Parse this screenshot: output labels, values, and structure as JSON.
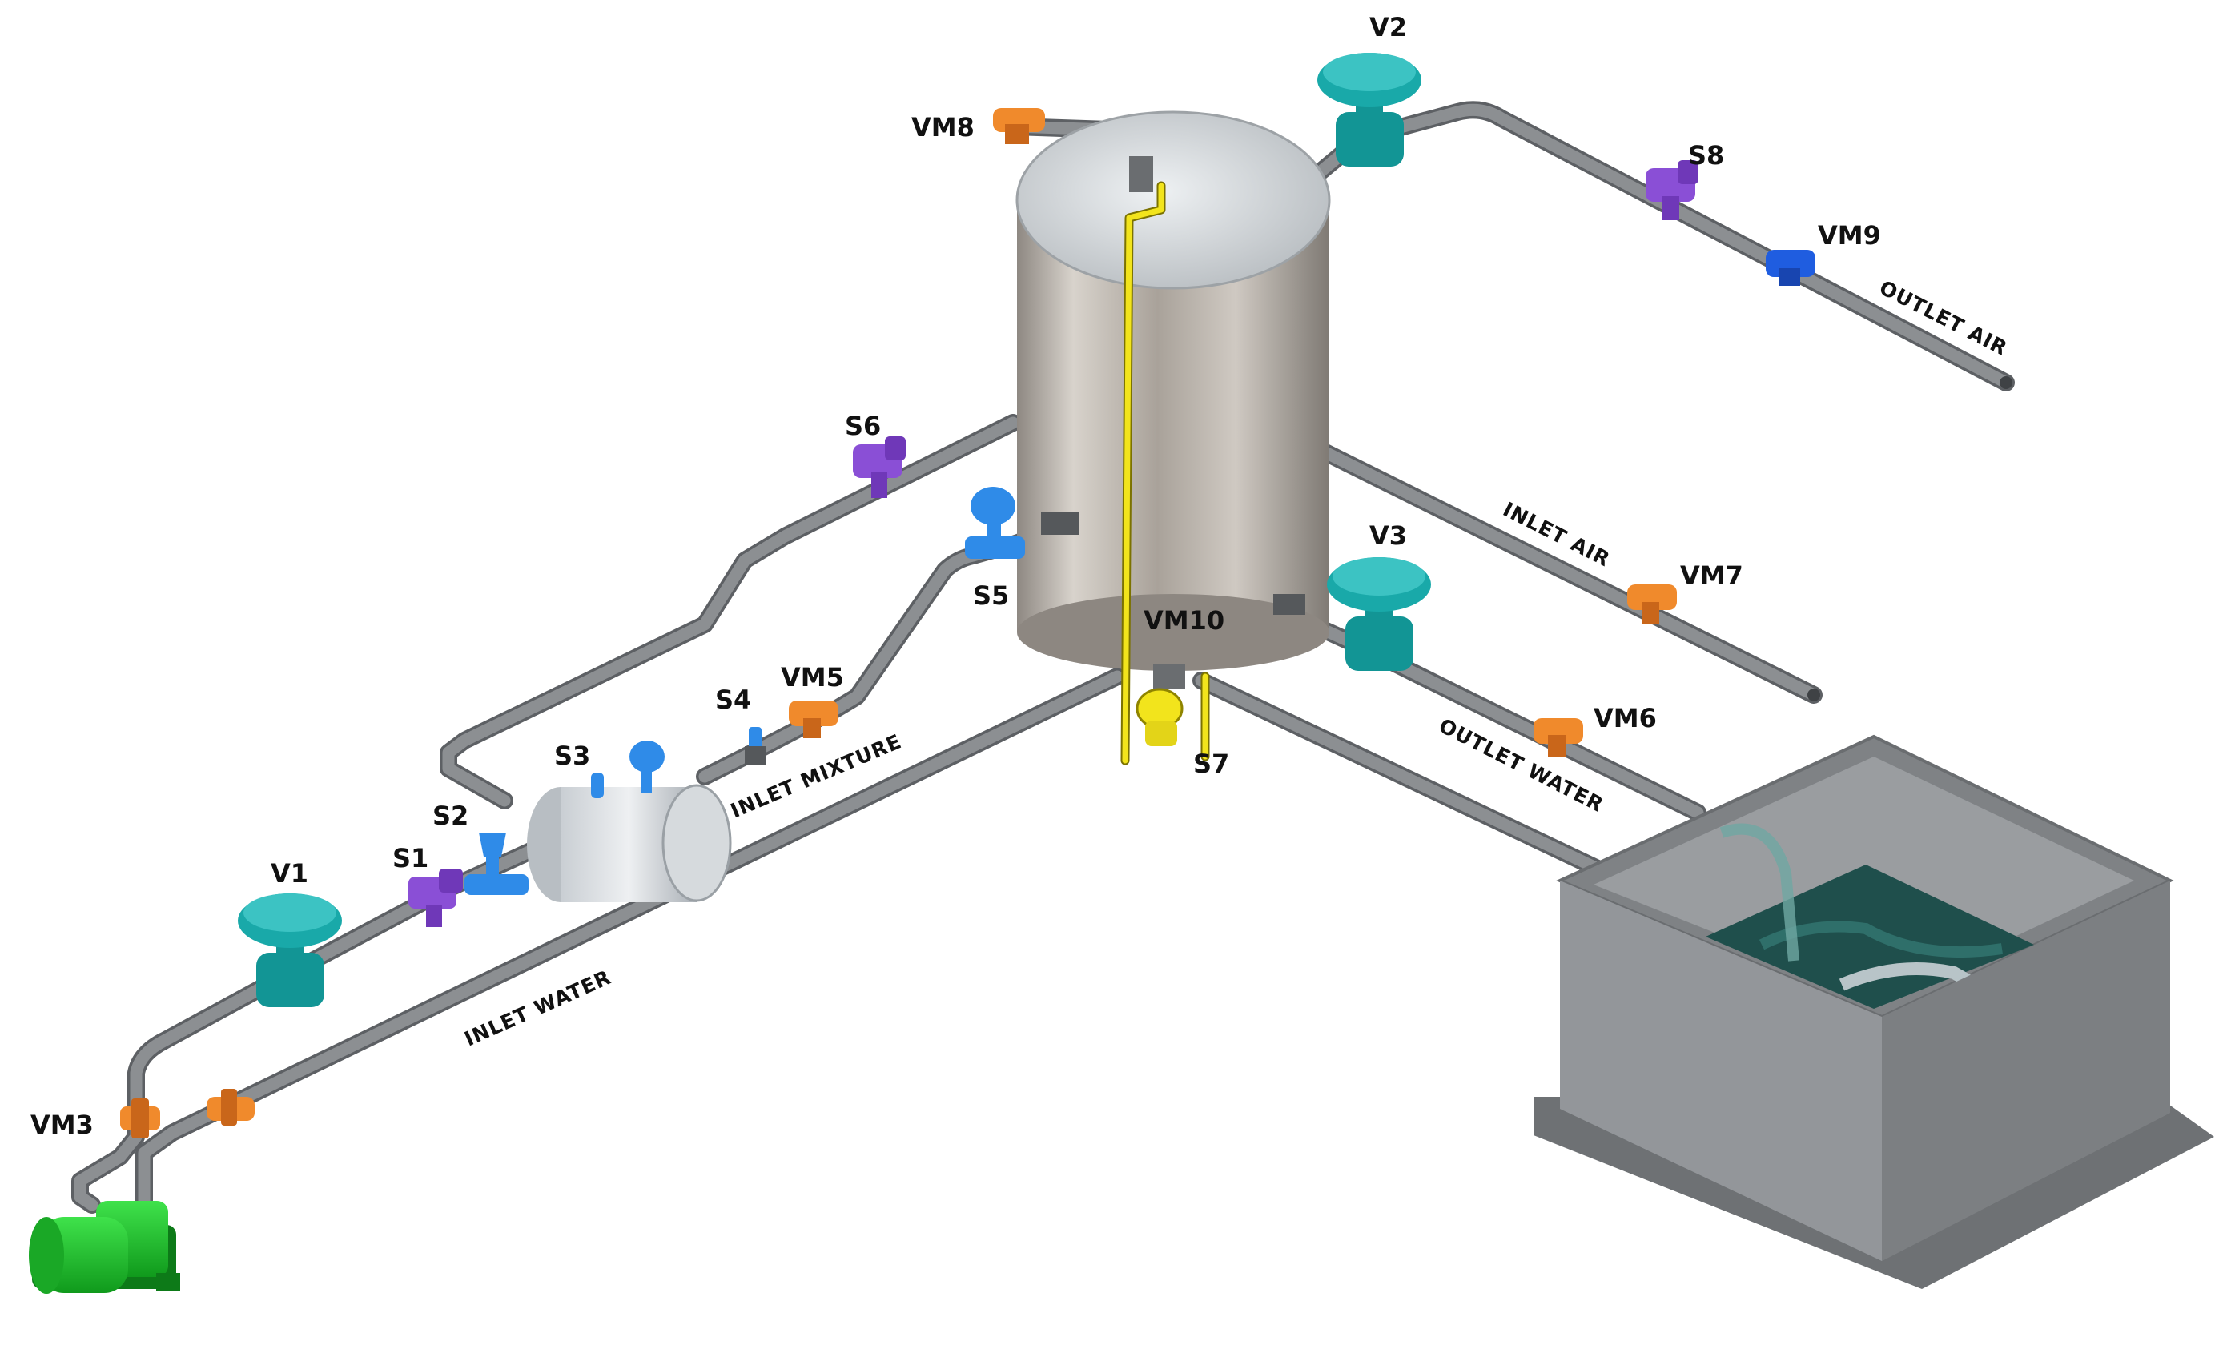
{
  "diagram": {
    "colors": {
      "background": "#ffffff",
      "pipe": "#8c8f92",
      "pipe_outline": "#5d6064",
      "tank_body": "#b7b1aa",
      "tank_top": "#d9dde0",
      "sight_tube": "#f2e41c",
      "control_valve": "#19a9a9",
      "manual_valve": "#f08a2c",
      "sensor_purple": "#8a4fd6",
      "sensor_blue": "#2f8be8",
      "sensor_flow_blue": "#1f5de0",
      "level_sensor": "#f2e41c",
      "pump": "#1fc12f",
      "reservoir": "#8a8d90",
      "water": "#1f4f4c"
    },
    "equipment": {
      "control_valves": [
        "V1",
        "V2",
        "V3"
      ],
      "manual_valves": [
        "VM3",
        "VM5",
        "VM6",
        "VM7",
        "VM8",
        "VM9",
        "VM10"
      ],
      "sensors": [
        "S1",
        "S2",
        "S3",
        "S4",
        "S5",
        "S6",
        "S7",
        "S8"
      ],
      "icons": [
        "pump-icon",
        "reservoir-icon",
        "separator-tank-icon",
        "mixer-icon"
      ]
    },
    "labels": {
      "V1": "V1",
      "V2": "V2",
      "V3": "V3",
      "VM3": "VM3",
      "VM5": "VM5",
      "VM6": "VM6",
      "VM7": "VM7",
      "VM8": "VM8",
      "VM9": "VM9",
      "VM10": "VM10",
      "S1": "S1",
      "S2": "S2",
      "S3": "S3",
      "S4": "S4",
      "S5": "S5",
      "S6": "S6",
      "S7": "S7",
      "S8": "S8"
    },
    "streams": {
      "outlet_air": "OUTLET AIR",
      "inlet_air": "INLET AIR",
      "outlet_water": "OUTLET WATER",
      "inlet_mixture": "INLET MIXTURE",
      "inlet_water": "INLET WATER"
    }
  }
}
